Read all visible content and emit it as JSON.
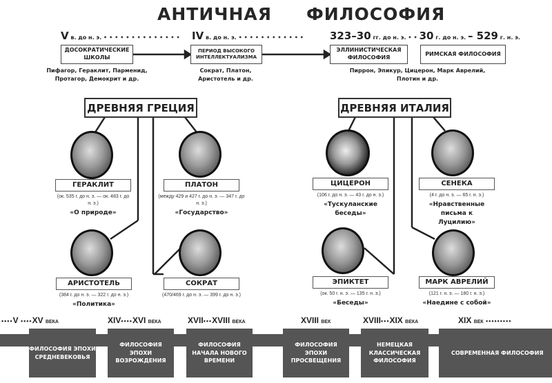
{
  "title": {
    "word1": "АНТИЧНАЯ",
    "word2": "ФИЛОСОФИЯ"
  },
  "timeline_top": [
    {
      "numeral": "V",
      "suffix": "в. до н. э."
    },
    {
      "numeral": "IV",
      "suffix": "в. до н. э."
    },
    {
      "numeral": "323–30",
      "suffix": "гг. до н. э."
    },
    {
      "numeral": "30",
      "suffix": "г. до н. э."
    },
    {
      "numeral": "– 529",
      "suffix": "г. н. э."
    }
  ],
  "periods": [
    {
      "label": "ДОСОКРАТИЧЕСКИЕ ШКОЛЫ",
      "names": "Пифагор, Гераклит, Парменид, Протагор, Демокрит и др."
    },
    {
      "label": "ПЕРИОД ВЫСОКОГО ИНТЕЛЛЕКТУАЛИЗМА",
      "names": "Сократ, Платон, Аристотель и др."
    },
    {
      "label": "ЭЛЛИНИСТИЧЕСКАЯ ФИЛОСОФИЯ"
    },
    {
      "label": "РИМСКАЯ ФИЛОСОФИЯ"
    }
  ],
  "late_names": "Пиррон, Эпикур, Цицерон, Марк Аврелий, Плотин и др.",
  "regions": {
    "greece": "ДРЕВНЯЯ ГРЕЦИЯ",
    "italy": "ДРЕВНЯЯ ИТАЛИЯ"
  },
  "philosophers": {
    "heraclitus": {
      "name": "ГЕРАКЛИТ",
      "dates": "(ок. 535 г. до н. э. — ок. 483 г. до н. э.)",
      "work": "«О природе»"
    },
    "plato": {
      "name": "ПЛАТОН",
      "dates": "(между 429 и 427 г. до н. э. — 347 г. до н. э.)",
      "work": "«Государство»"
    },
    "aristotle": {
      "name": "АРИСТОТЕЛЬ",
      "dates": "(384 г. до н. э. — 322 г. до н. э.)",
      "work": "«Политика»"
    },
    "socrates": {
      "name": "СОКРАТ",
      "dates": "(470/469 г. до н. э. — 399 г. до н. э.)"
    },
    "cicero": {
      "name": "ЦИЦЕРОН",
      "dates": "(106 г. до н. э. — 43 г. до н. э.)",
      "work": "«Тускуланские беседы»"
    },
    "seneca": {
      "name": "СЕНЕКА",
      "dates": "(4 г. до н. э. — 65 г. н. э.)",
      "work": "«Нравственные письма к Луцилию»"
    },
    "epictetus": {
      "name": "ЭПИКТЕТ",
      "dates": "(ок. 50 г. н. э. — 135 г. н. э.)",
      "work": "«Беседы»"
    },
    "marcus": {
      "name": "МАРК АВРЕЛИЙ",
      "dates": "(121 г. н. э. — 180 г. н. э.)",
      "work": "«Наедине с собой»"
    }
  },
  "timeline_bottom": [
    {
      "from": "V",
      "to": "XV",
      "suffix": "ВЕКА"
    },
    {
      "from": "XIV",
      "to": "XVI",
      "suffix": "ВЕКА"
    },
    {
      "from": "XVII",
      "to": "XVIII",
      "suffix": "ВЕКА"
    },
    {
      "from": "XVIII",
      "suffix": "ВЕК"
    },
    {
      "from": "XVIII",
      "to": "XIX",
      "suffix": "ВЕКА"
    },
    {
      "from": "XIX",
      "suffix": "ВЕК"
    }
  ],
  "epochs": [
    "ФИЛОСОФИЯ ЭПОХИ СРЕДНЕВЕКОВЬЯ",
    "ФИЛОСОФИЯ ЭПОХИ ВОЗРОЖДЕНИЯ",
    "ФИЛОСОФИЯ НАЧАЛА НОВОГО ВРЕМЕНИ",
    "ФИЛОСОФИЯ ЭПОХИ ПРОСВЕЩЕНИЯ",
    "НЕМЕЦКАЯ КЛАССИЧЕСКАЯ ФИЛОСОФИЯ",
    "СОВРЕМЕННАЯ ФИЛОСОФИЯ"
  ]
}
